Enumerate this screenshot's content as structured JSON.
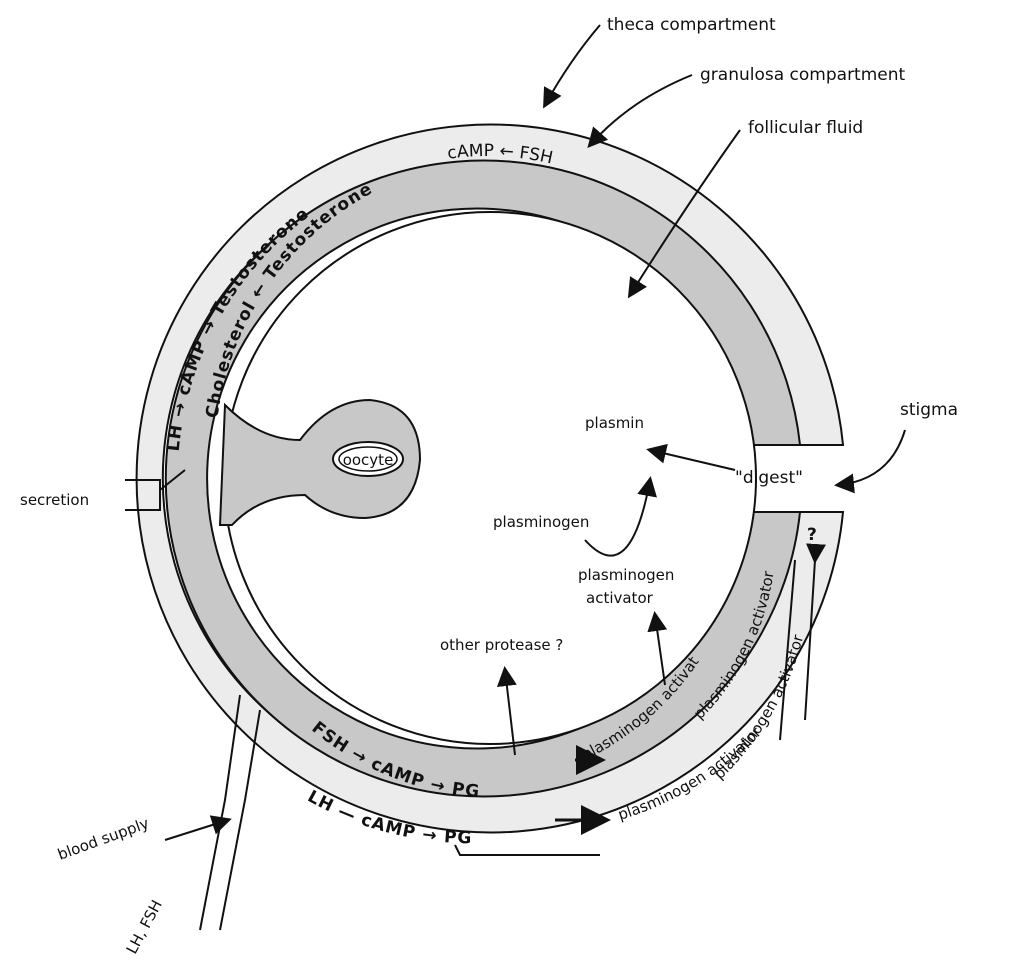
{
  "labels": {
    "theca_compartment": "theca compartment",
    "granulosa_compartment": "granulosa compartment",
    "follicular_fluid": "follicular fluid",
    "stigma": "stigma",
    "plasmin": "plasmin",
    "digest": "\"digest\"",
    "plasminogen": "plasminogen",
    "plasminogen_activator": "plasminogen",
    "activator": "activator",
    "other_protease": "other protease ?",
    "oocyte": "oocyte",
    "secretion": "secretion",
    "blood_supply": "blood supply",
    "lh_fsh": "LH, FSH",
    "theca_lh": "LH",
    "theca_camp": "cAMP",
    "theca_testosterone": "Testosterone",
    "gran_cholesterol": "Cholesterol",
    "gran_testosterone": "Testosterone",
    "gran_camp": "cAMP",
    "gran_fsh": "FSH",
    "inner_fsh": "FSH",
    "inner_camp": "cAMP",
    "inner_pg": "PG",
    "outer_lh_camp": "LH — cAMP",
    "outer_pg": "PG",
    "inner_pa": "plasminogen activator",
    "outer_pa": "plasminogen activator",
    "right_pa1": "plasminogen activator",
    "right_pa2": "plasminogen activator",
    "q_mark": "?"
  },
  "colors": {
    "ink": "#111111",
    "granulosa_fill": "#c8c8c8",
    "theca_fill": "#ececec"
  }
}
